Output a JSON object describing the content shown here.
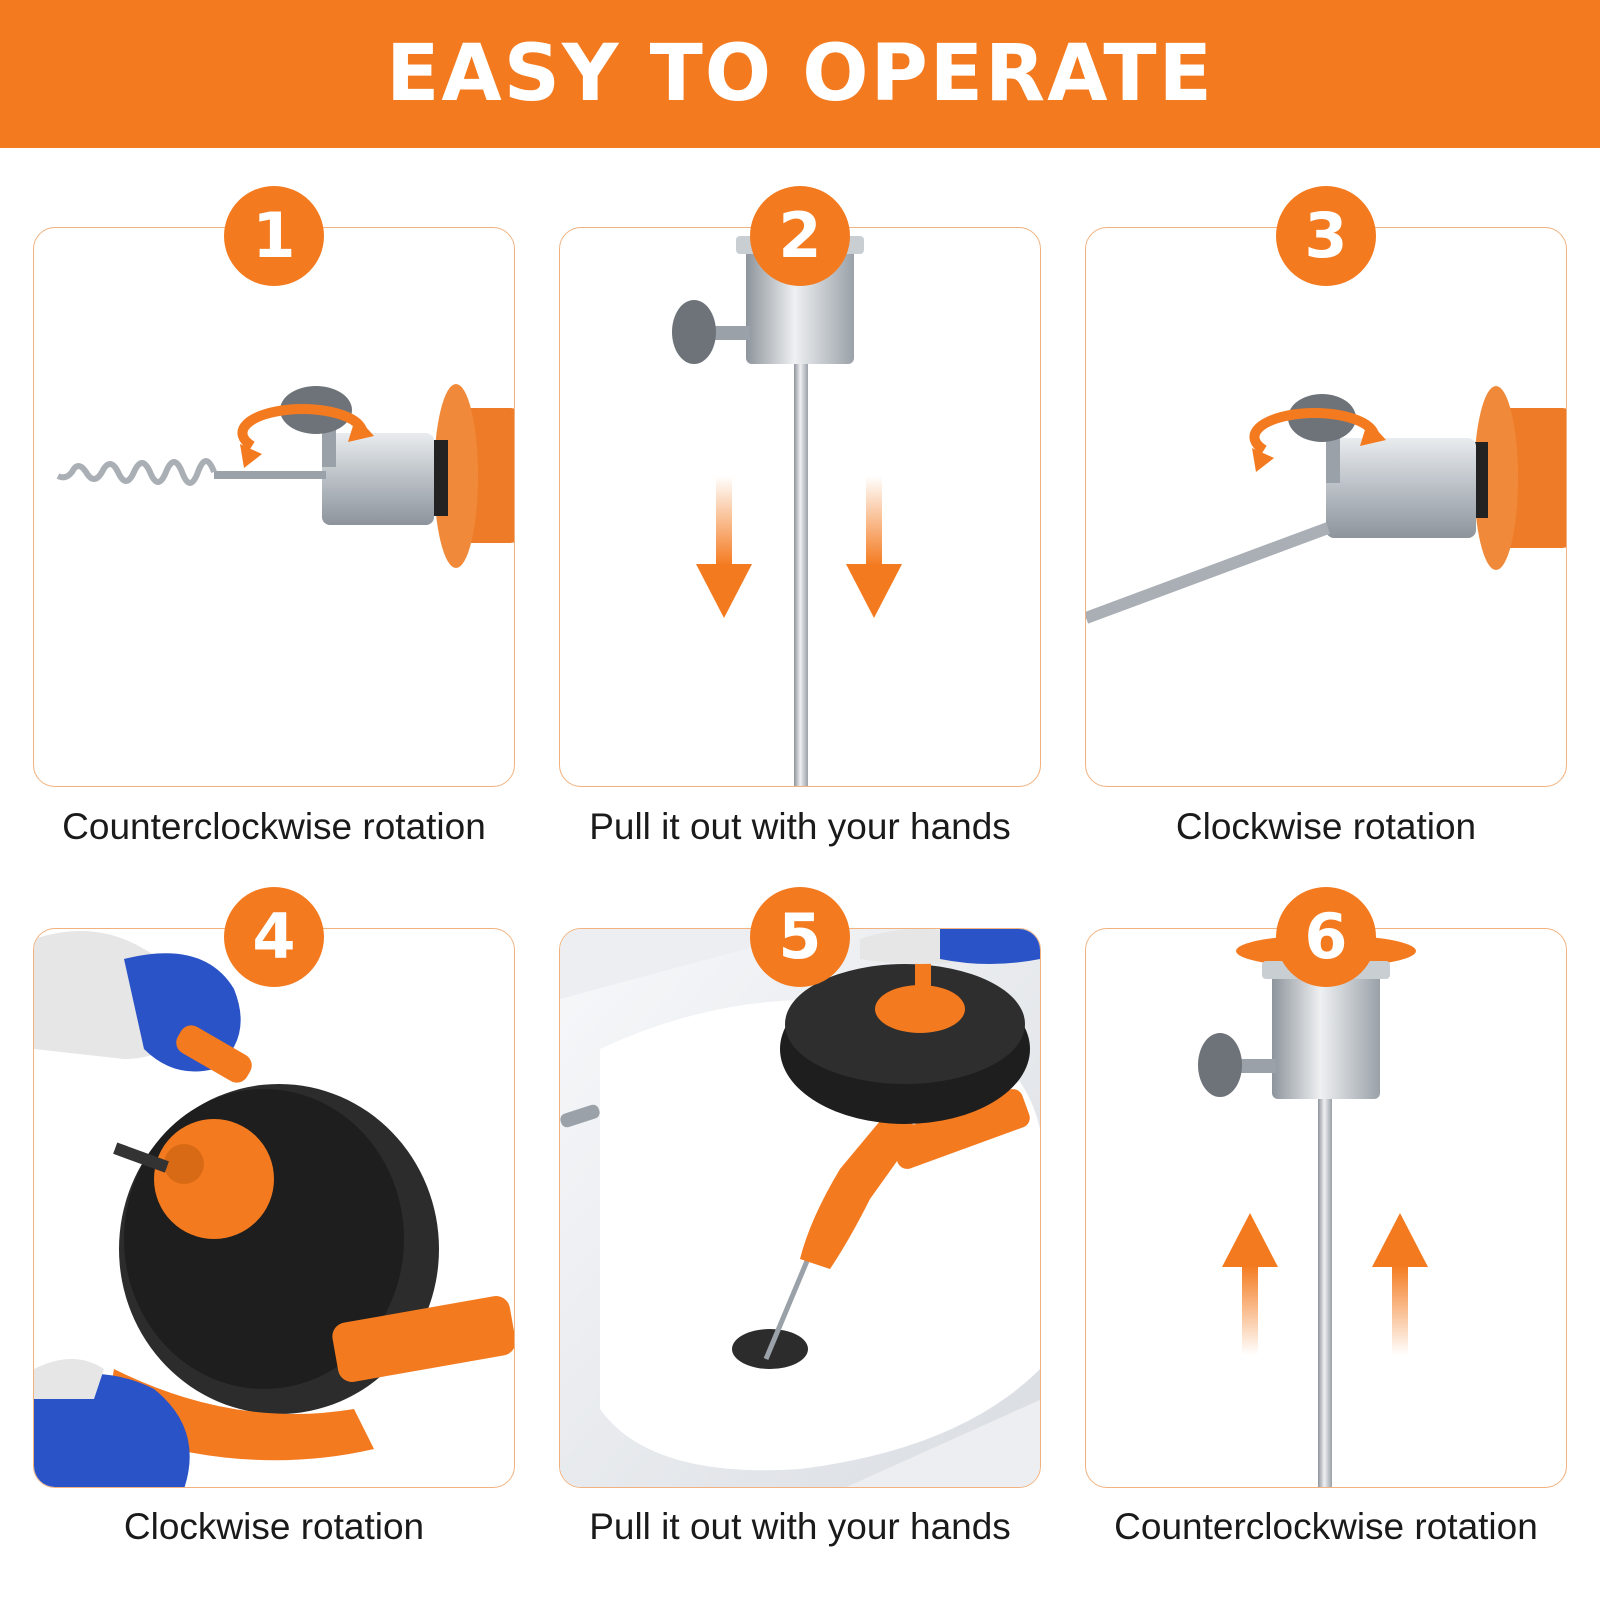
{
  "header": {
    "title": "EASY TO OPERATE"
  },
  "colors": {
    "accent": "#f47a1f",
    "border": "#f1b27f",
    "text": "#1a1a1a"
  },
  "steps": [
    {
      "number": "1",
      "caption": "Counterclockwise rotation"
    },
    {
      "number": "2",
      "caption": "Pull it out with your hands"
    },
    {
      "number": "3",
      "caption": "Clockwise rotation"
    },
    {
      "number": "4",
      "caption": "Clockwise rotation"
    },
    {
      "number": "5",
      "caption": "Pull it out with your hands"
    },
    {
      "number": "6",
      "caption": "Counterclockwise rotation"
    }
  ]
}
